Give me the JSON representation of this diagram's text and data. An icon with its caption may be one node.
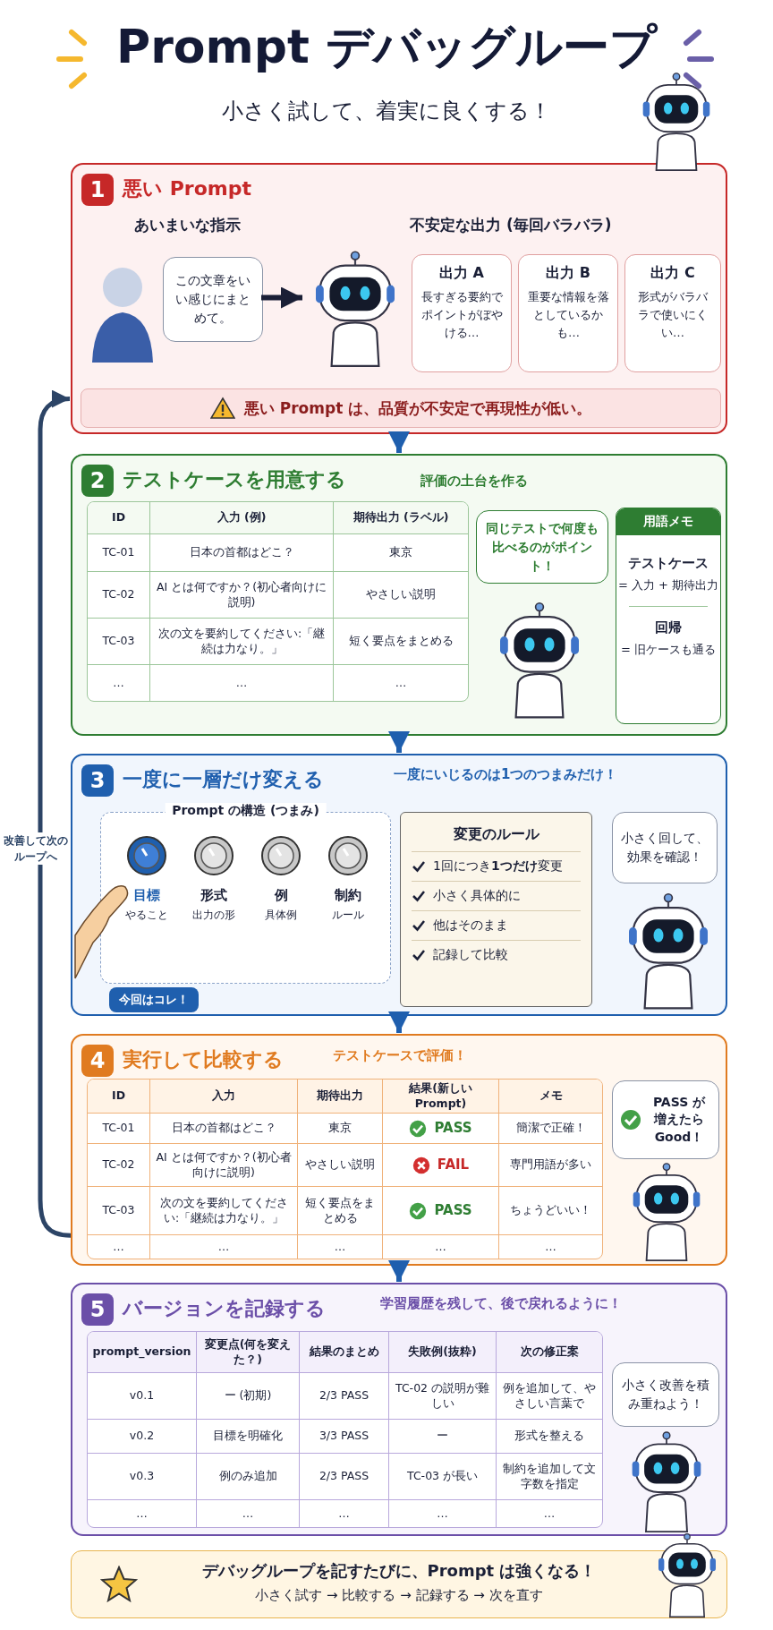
{
  "diagram": {
    "title": "Prompt デバッグループ",
    "nodes": [
      {
        "text": [
          "1",
          "悪い Prompt"
        ]
      },
      {
        "text": [],
        "shape": "person",
        "in": 0
      },
      {
        "text": [
          "この文章をいい感じにまとめて。"
        ],
        "in": 0
      },
      {
        "text": [],
        "shape": "picture",
        "in": 0
      },
      {
        "text": [
          "出力 A",
          "長すぎる要約でポイントがぼやける…"
        ],
        "in": 0
      },
      {
        "text": [
          "出力 B",
          "重要な情報を落としているかも…"
        ],
        "in": 0
      },
      {
        "text": [
          "出力 C",
          "形式がバラバラで使いにくい…"
        ],
        "in": 0
      },
      {
        "text": [
          "悪い Prompt は、品質が不安定で再現性が低い。"
        ],
        "in": 0
      },
      {
        "text": [
          "2",
          "テストケースを用意する"
        ]
      },
      {
        "text": [
          "同じテストで何度も比べるのがポイント！"
        ],
        "in": 8
      },
      {
        "text": [
          "用語メモ",
          "テストケース",
          "= 入力 + 期待出力",
          "回帰",
          "= 旧ケースも通る"
        ],
        "in": 8
      },
      {
        "text": [
          "3",
          "一度に一層だけ変える"
        ]
      },
      {
        "text": [
          "Prompt の構造 (つまみ)"
        ],
        "in": 11
      },
      {
        "text": [
          "目標",
          "やること"
        ],
        "in": 12
      },
      {
        "text": [
          "形式",
          "出力の形"
        ],
        "in": 12
      },
      {
        "text": [
          "例",
          "具体例"
        ],
        "in": 12
      },
      {
        "text": [
          "制約",
          "ルール"
        ],
        "in": 12
      },
      {
        "text": [
          "今回はコレ！"
        ],
        "in": 11
      },
      {
        "text": [
          "変更のルール",
          "1回につき**1つだけ**変更",
          "小さく具体的に",
          "他はそのまま",
          "記録して比較"
        ],
        "in": 11
      },
      {
        "text": [
          "小さく回して、効果を確認！"
        ],
        "in": 11
      },
      {
        "text": [
          "4",
          "実行して比較する"
        ]
      },
      {
        "text": [
          "PASS が増えたら Good！"
        ],
        "in": 20
      },
      {
        "text": [
          "5",
          "バージョンを記録する"
        ]
      },
      {
        "text": [
          "小さく改善を積み重ねよう！"
        ],
        "in": 22
      },
      {
        "text": [
          "デバッグループを記すたびに、Prompt は強くなる！",
          "小さく試す → 比較する → 記録する → 次を直す"
        ]
      }
    ],
    "edges": [
      {
        "from": 2,
        "to": 3,
        "arrow": "to",
        "color": "#1a1f36"
      },
      {
        "from": 0,
        "to": 8,
        "arrow": "to"
      },
      {
        "from": 8,
        "to": 11,
        "arrow": "to"
      },
      {
        "from": 11,
        "to": 20,
        "arrow": "to"
      },
      {
        "from": 20,
        "to": 22,
        "arrow": "to"
      },
      {
        "from": 20,
        "to": 0,
        "arrow": "to",
        "label": "改善して次のループへ",
        "color": "#2c4466"
      }
    ],
    "labels": [
      "小さく試して、着実に良くする！",
      "あいまいな指示",
      "不安定な出力 (毎回バラバラ)",
      "評価の土台を作る",
      "ID",
      "入力 (例)",
      "期待出力 (ラベル)",
      "TC-01",
      "日本の首都はどこ？",
      "東京",
      "TC-02",
      "AI とは何ですか？(初心者向けに説明)",
      "やさしい説明",
      "TC-03",
      "次の文を要約してください:「継続は力なり。」",
      "短く要点をまとめる",
      "…",
      "…",
      "…",
      "一度にいじるのは1つのつまみだけ！",
      "テストケースで評価！",
      "ID",
      "入力",
      "期待出力",
      "結果(新しいPrompt)",
      "メモ",
      "TC-01",
      "日本の首都はどこ？",
      "東京",
      "PASS",
      "簡潔で正確！",
      "TC-02",
      "AI とは何ですか？(初心者向けに説明)",
      "やさしい説明",
      "FAIL",
      "専門用語が多い",
      "TC-03",
      "次の文を要約してください:「継続は力なり。」",
      "短く要点をまとめる",
      "PASS",
      "ちょうどいい！",
      "…",
      "…",
      "…",
      "…",
      "…",
      "学習履歴を残して、後で戻れるように！",
      "prompt_version",
      "変更点(何を変えた？)",
      "結果のまとめ",
      "失敗例(抜粋)",
      "次の修正案",
      "v0.1",
      "ー (初期)",
      "2/3 PASS",
      "TC-02 の説明が難しい",
      "例を追加して、やさしい言葉で",
      "v0.2",
      "目標を明確化",
      "3/3 PASS",
      "ー",
      "形式を整える",
      "v0.3",
      "例のみ追加",
      "2/3 PASS",
      "TC-03 が長い",
      "制約を追加して文字数を指定",
      "…",
      "…",
      "…",
      "…",
      "…"
    ]
  }
}
